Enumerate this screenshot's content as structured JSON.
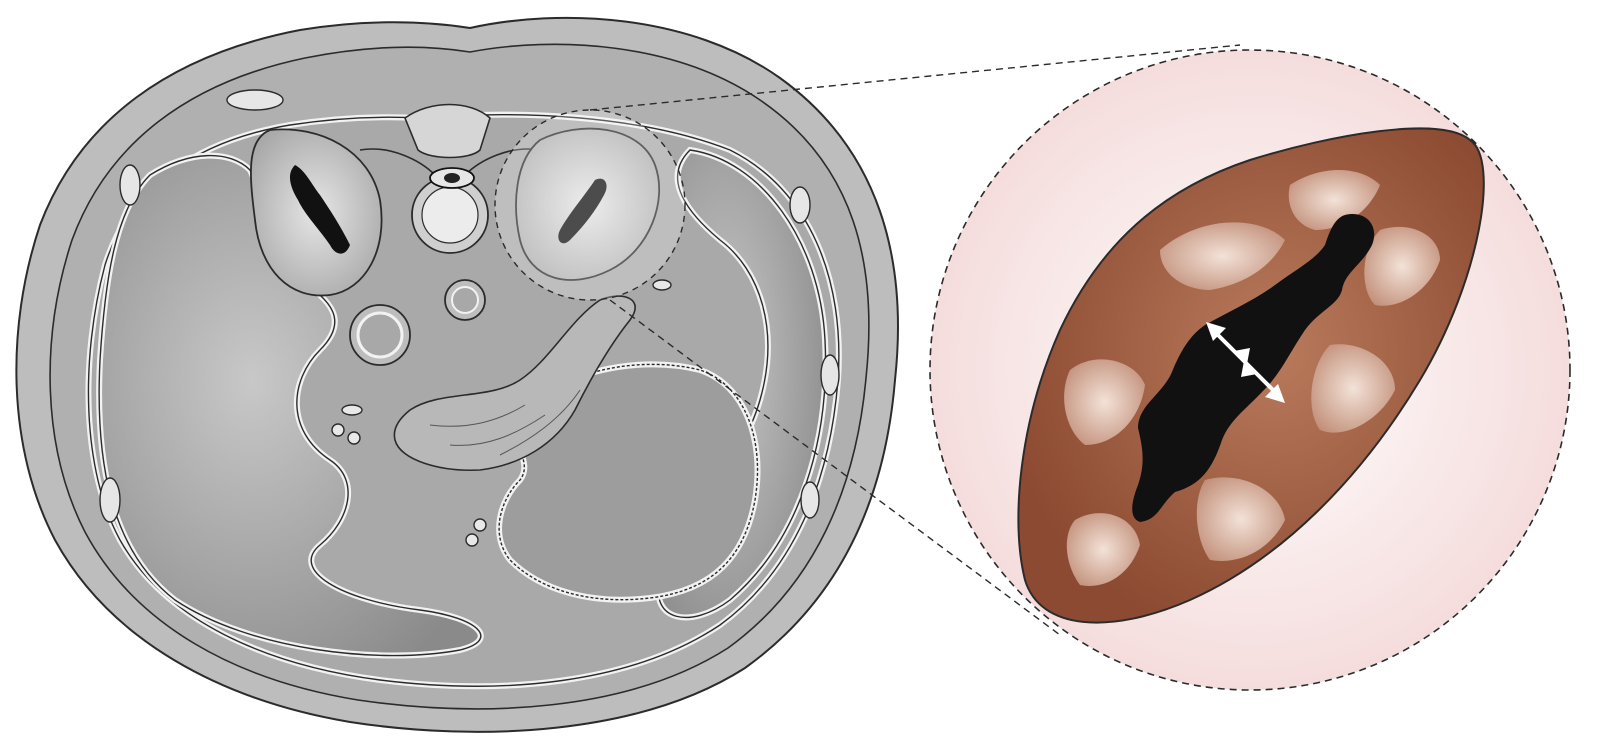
{
  "figure": {
    "kind": "anatomical-illustration",
    "panels": [
      "axial-cross-section",
      "magnified-inset"
    ],
    "labels": [],
    "colors": {
      "body_fill": "#b5b5b5",
      "cavity_fill": "#9a9a9a",
      "outline": "#2b2b2b",
      "inset_background": "#f8e6e6",
      "kidney_brown": "#8e4e34",
      "pyramid_light": "#e0bfae",
      "sinus_black": "#111111",
      "arrow_white": "#ffffff"
    },
    "icons": [
      "double-headed-arrow"
    ]
  }
}
